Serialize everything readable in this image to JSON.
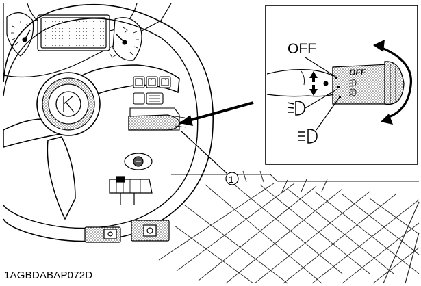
{
  "figure": {
    "caption_code": "1AGBDABAP072D",
    "callout_number": "1",
    "inset": {
      "off_label": "OFF",
      "dial_label": "OFF",
      "low_beam_icon": "low-beam-headlight-icon",
      "high_beam_icon": "high-beam-headlight-icon"
    },
    "colors": {
      "line": "#000000",
      "background": "#ffffff"
    }
  }
}
